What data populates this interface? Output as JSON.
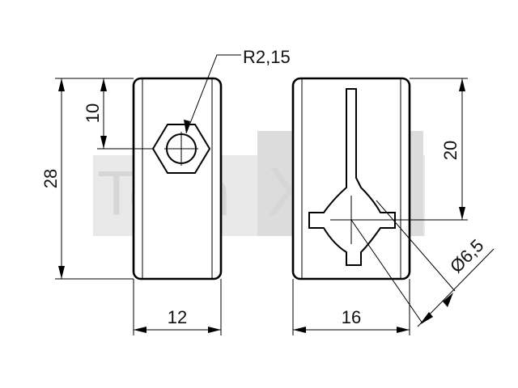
{
  "dimensions": {
    "radius": "R2,15",
    "height_left": "28",
    "top_offset": "10",
    "width_left": "12",
    "height_right": "20",
    "width_right": "16",
    "diameter": "Ø6,5"
  },
  "watermark": {
    "text_light": "Tech",
    "text_box": "XXL"
  }
}
